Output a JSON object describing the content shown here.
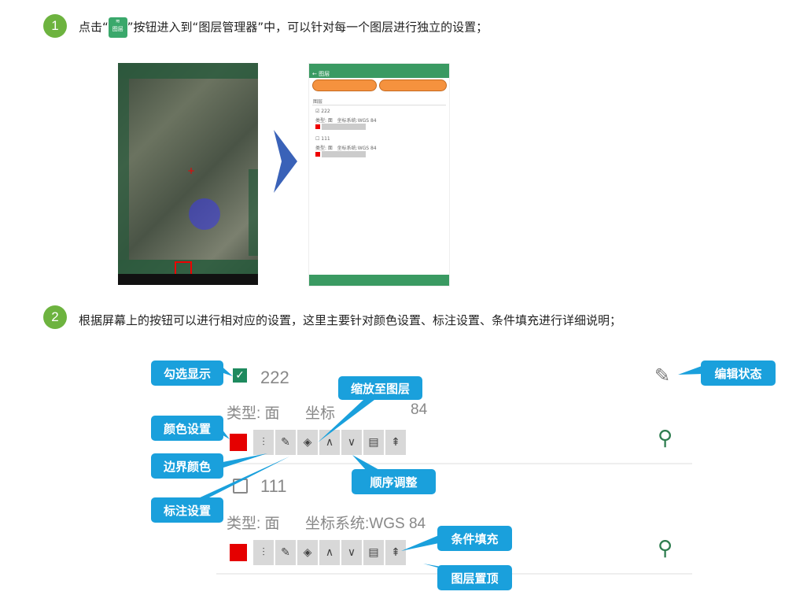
{
  "step1": {
    "number": "1",
    "text_before": "点击“",
    "icon_label": "图层",
    "text_after": "”按钮进入到“图层管理器”中，可以针对每一个图层进行独立的设置；"
  },
  "step2": {
    "number": "2",
    "text": "根据屏幕上的按钮可以进行相对应的设置，这里主要针对颜色设置、标注设置、条件填充进行详细说明；"
  },
  "phone": {
    "header": "← 图层",
    "section": "图层",
    "layers": [
      {
        "name": "222",
        "checked": true,
        "type": "类型: 面",
        "crs": "坐标系统:WGS 84"
      },
      {
        "name": "111",
        "checked": false,
        "type": "类型: 面",
        "crs": "坐标系统:WGS 84"
      }
    ]
  },
  "detail": {
    "layers": [
      {
        "name": "222",
        "checked": true,
        "type": "类型: 面",
        "crs_partial": "坐标",
        "crs_tail": "84"
      },
      {
        "name": "111",
        "checked": false,
        "type": "类型: 面",
        "crs": "坐标系统:WGS 84"
      }
    ],
    "fill_color": "#e50000"
  },
  "callouts": {
    "check": "勾选显示",
    "edit": "编辑状态",
    "color": "颜色设置",
    "zoom": "缩放至图层",
    "border": "边界颜色",
    "order": "顺序调整",
    "label": "标注设置",
    "cond": "条件填充",
    "top": "图层置顶"
  },
  "colors": {
    "callout": "#1aa0dc",
    "step": "#6db33f",
    "app_green": "#3a9a62"
  }
}
